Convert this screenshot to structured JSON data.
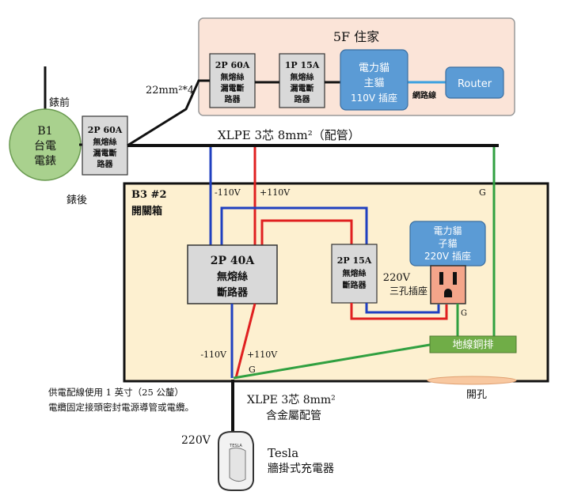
{
  "apartment": {
    "title": "5F 住家"
  },
  "breaker_2p60a_top": {
    "lines": [
      "2P 60A",
      "無熔絲",
      "漏電斷",
      "路器"
    ]
  },
  "breaker_1p15a": {
    "lines": [
      "1P 15A",
      "無熔絲",
      "漏電斷",
      "路器"
    ]
  },
  "plc_main": {
    "lines": [
      "電力貓",
      "主貓",
      "110V 插座"
    ]
  },
  "router": {
    "label": "Router"
  },
  "network_cable": {
    "label": "網路線"
  },
  "wire_22": {
    "label": "22mm²*4"
  },
  "meter": {
    "lines": [
      "B1",
      "台電",
      "電錶"
    ],
    "before": "錶前",
    "after": "錶後"
  },
  "breaker_2p60a_b1": {
    "lines": [
      "2P 60A",
      "無熔絲",
      "漏電斷",
      "路器"
    ]
  },
  "xlpe_top": {
    "label": "XLPE 3芯 8mm²（配管）"
  },
  "b3": {
    "title": "B3 #2",
    "subtitle": "開關箱"
  },
  "labels": {
    "neg110_top": "-110V",
    "pos110_top": "+110V",
    "g_top": "G",
    "neg110_bottom": "-110V",
    "pos110_bottom": "+110V",
    "g_bottom": "G",
    "g_socket": "G"
  },
  "breaker_2p40a": {
    "lines": [
      "2P 40A",
      "無熔絲",
      "斷路器"
    ]
  },
  "breaker_2p15a": {
    "lines": [
      "2P 15A",
      "無熔絲",
      "斷路器"
    ]
  },
  "plc_sub": {
    "lines": [
      "電力貓",
      "子貓",
      "220V 插座"
    ]
  },
  "socket_220": {
    "lines": [
      "220V",
      "三孔插座"
    ]
  },
  "ground_bar": {
    "label": "地線銅排"
  },
  "opening": {
    "label": "開孔"
  },
  "note": {
    "lines": [
      "供電配線使用 1 英寸（25 公釐）",
      "電纜固定接頭密封電源導管或電纜。"
    ]
  },
  "xlpe_bottom": {
    "lines": [
      "XLPE 3芯 8mm²",
      "含金屬配管"
    ]
  },
  "charger": {
    "voltage": "220V",
    "brand": "Tesla",
    "desc": "牆掛式充電器",
    "logo": "TESLA"
  },
  "colors": {
    "red": "#e02020",
    "blue": "#2040c0",
    "green": "#30a040",
    "apartment_bg": "#fbe4d8",
    "box_bg": "#fdf0d0",
    "breaker_bg": "#d9d9d9",
    "plc_bg": "#5b9bd5",
    "ground_bar_bg": "#70ad47",
    "meter_bg": "#a9d18e",
    "socket_bg": "#f4a58a"
  }
}
